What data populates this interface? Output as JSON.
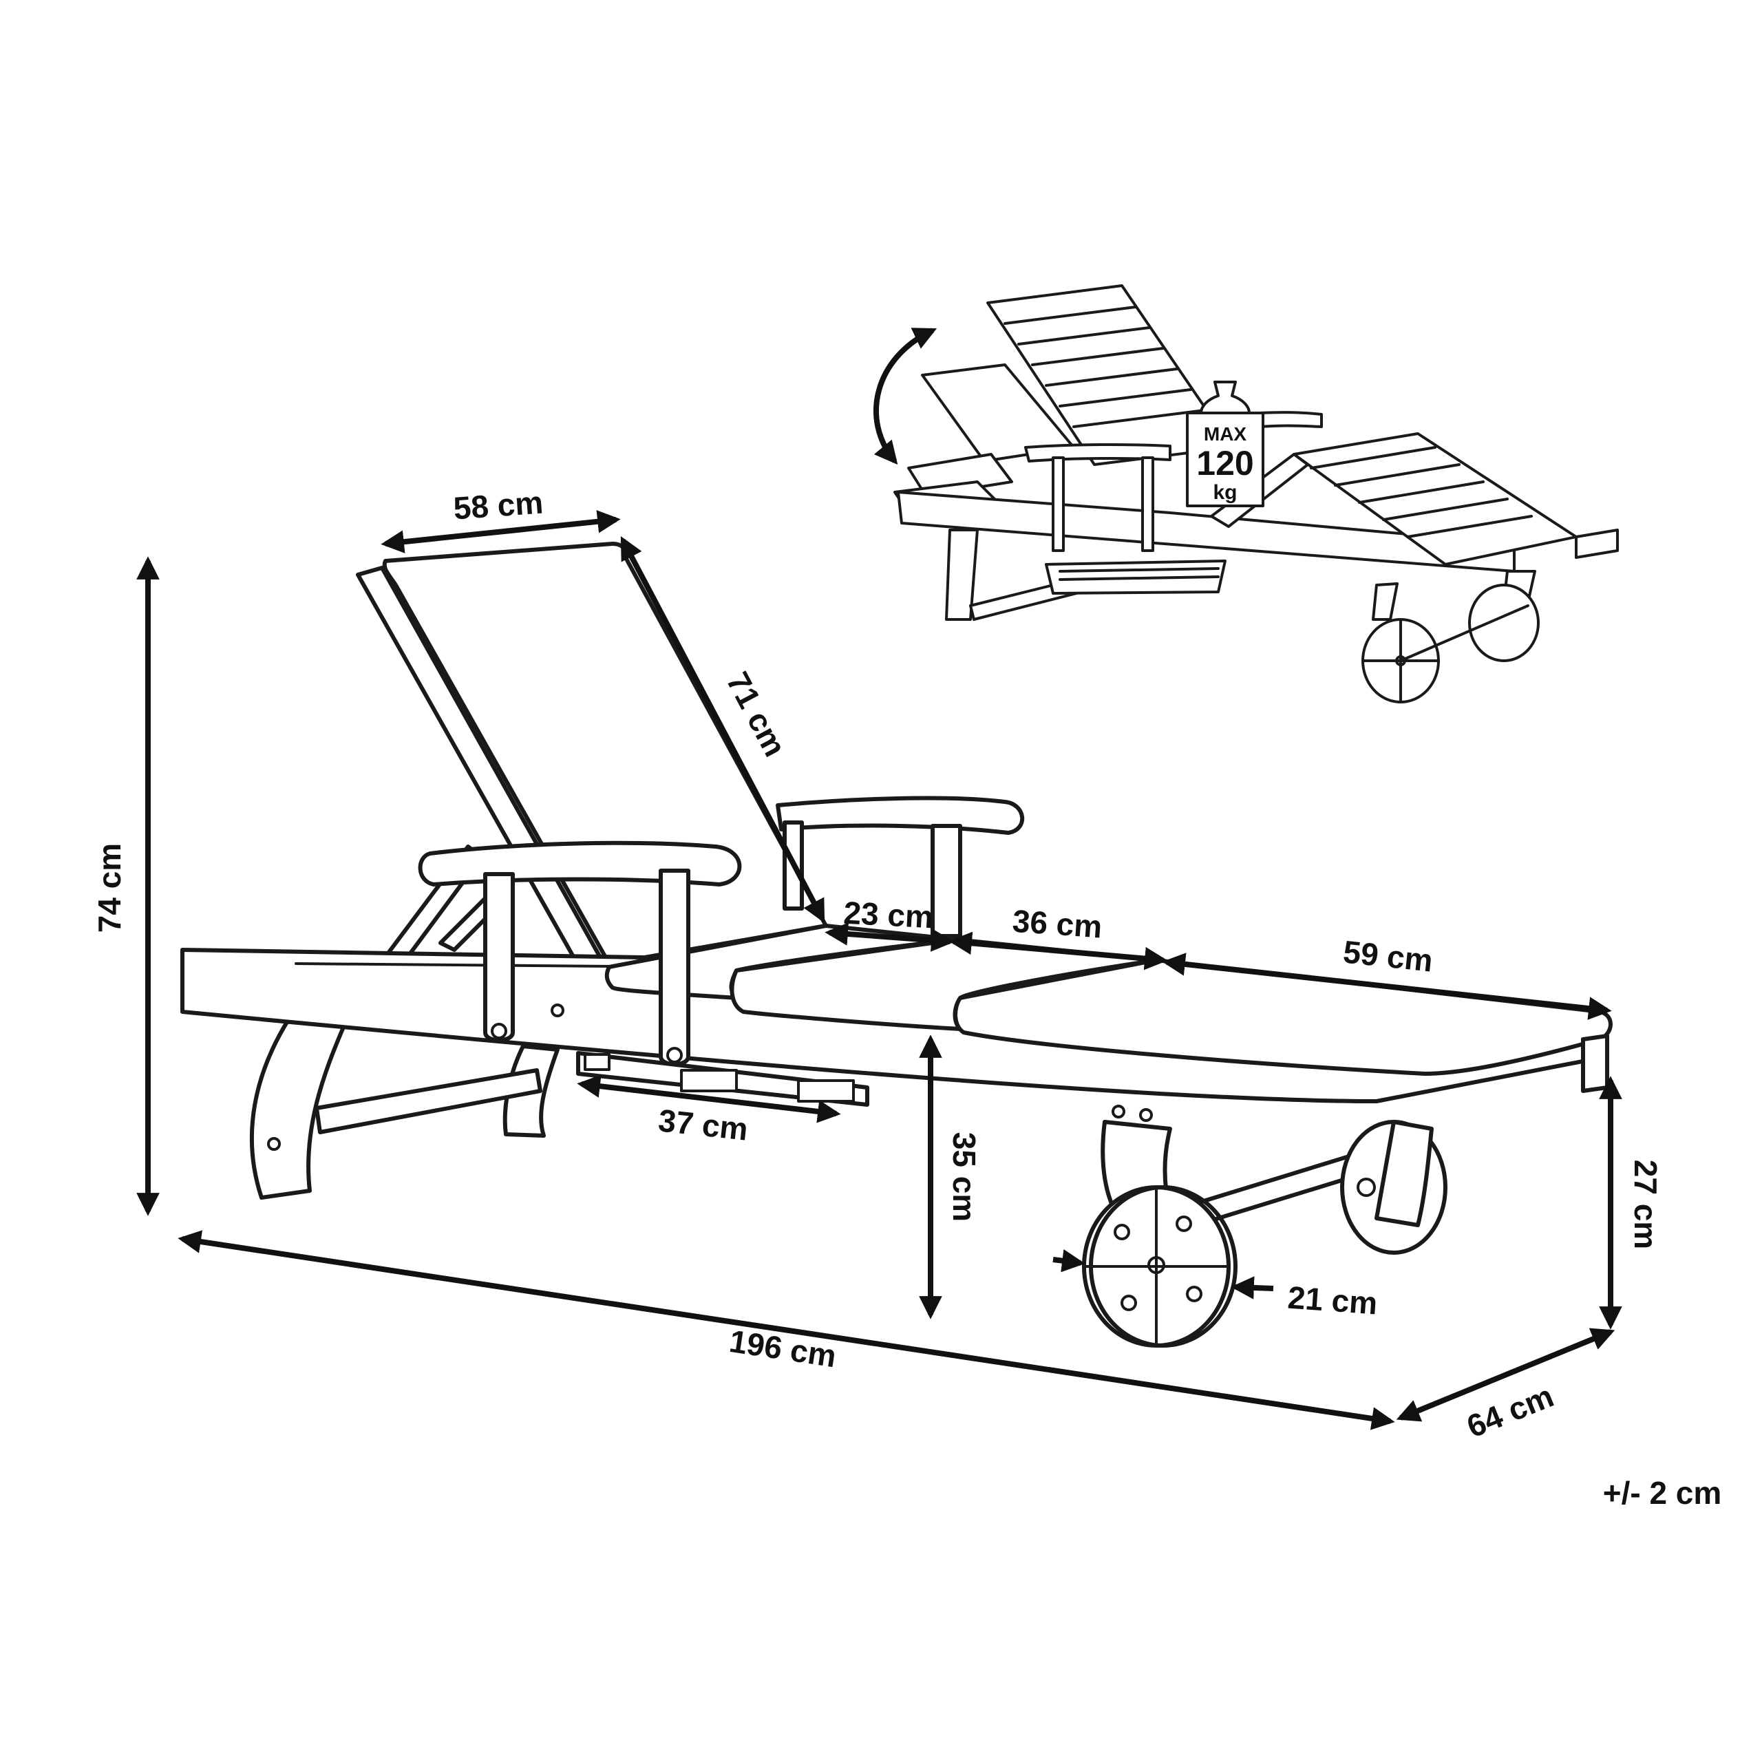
{
  "dimensions": {
    "backrest_width": "58 cm",
    "backrest_length": "71 cm",
    "total_height": "74 cm",
    "armrest_gap": "23 cm",
    "middle_segment": "36 cm",
    "foot_segment": "59 cm",
    "tray_width": "37 cm",
    "seat_height": "35 cm",
    "side_height": "27 cm",
    "wheel_diameter": "21 cm",
    "total_length": "196 cm",
    "total_width": "64 cm"
  },
  "tolerance": "+/- 2 cm",
  "load_badge": {
    "line1": "MAX",
    "line2": "120",
    "line3": "kg"
  },
  "icons": {
    "recline_arrow": "curved-double-arrow-icon",
    "weight": "weight-icon"
  }
}
